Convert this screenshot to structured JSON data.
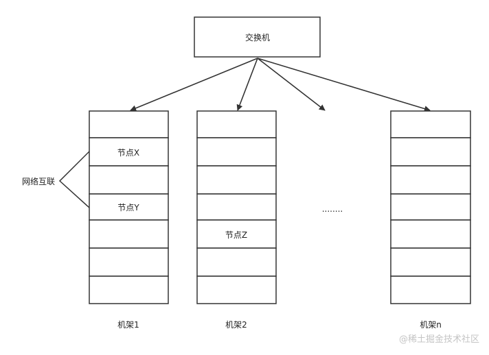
{
  "switch": {
    "label": "交换机"
  },
  "interconnect": {
    "label": "网络互联"
  },
  "ellipsis": "........",
  "racks": [
    {
      "label": "机架1",
      "slots": [
        "",
        "节点X",
        "",
        "节点Y",
        "",
        "",
        ""
      ]
    },
    {
      "label": "机架2",
      "slots": [
        "",
        "",
        "",
        "",
        "节点Z",
        "",
        ""
      ]
    },
    {
      "label": "机架n",
      "slots": [
        "",
        "",
        "",
        "",
        "",
        "",
        ""
      ]
    }
  ],
  "watermark": "@稀土掘金技术社区",
  "colors": {
    "stroke": "#333333",
    "text": "#222222",
    "watermark": "#c4c4c4"
  }
}
